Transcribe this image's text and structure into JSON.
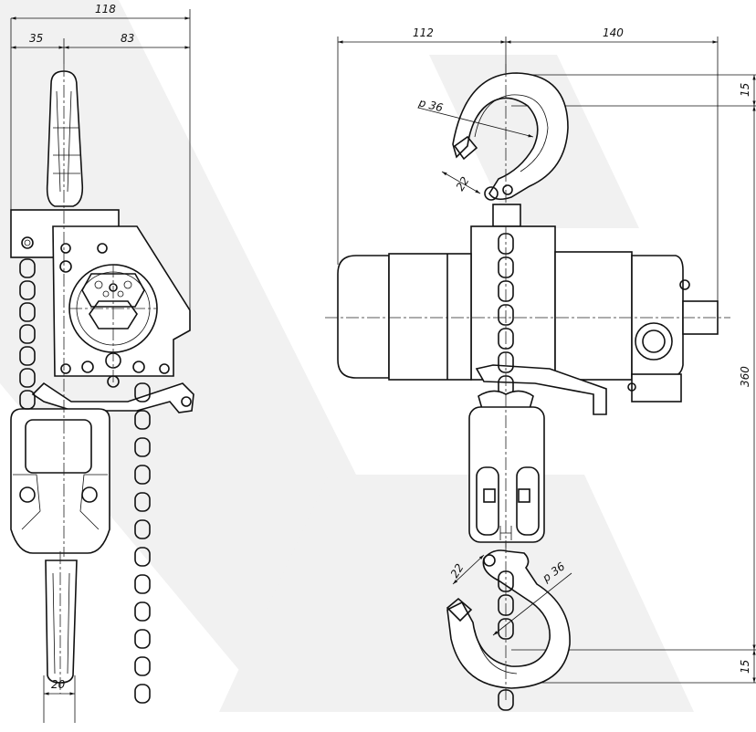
{
  "dimensions": {
    "overall_width_left": "118",
    "left_offset": "35",
    "right_offset_left_view": "83",
    "width_left_side": "112",
    "width_right_side": "140",
    "hook_top_clearance": "15",
    "hook_bottom_clearance": "15",
    "overall_height": "360",
    "top_hook_radius": "p 36",
    "top_hook_throat": "22",
    "bottom_hook_throat": "22",
    "bottom_hook_radius": "p 36",
    "hand_chain_width": "20"
  }
}
